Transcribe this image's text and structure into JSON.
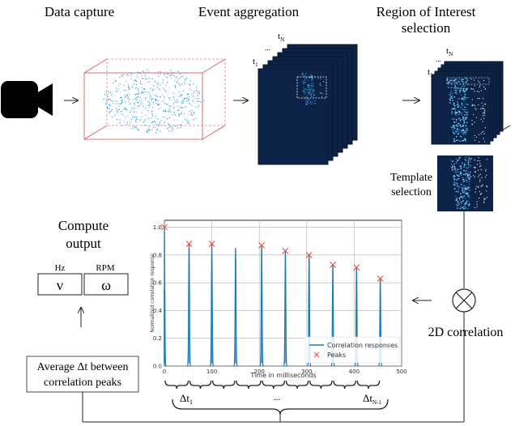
{
  "stages": {
    "data_capture": "Data capture",
    "event_aggregation": "Event aggregation",
    "roi_line1": "Region of Interest",
    "roi_line2": "selection",
    "template_line1": "Template",
    "template_line2": "selection",
    "correlation_2d": "2D correlation",
    "compute_line1": "Compute",
    "compute_line2": "output",
    "avg_line1": "Average Δt between",
    "avg_line2": "correlation peaks"
  },
  "frame_labels": {
    "t1": "t",
    "t1_sub": "1",
    "tN": "t",
    "tN_sub": "N"
  },
  "outputs": {
    "hz_label": "Hz",
    "hz_symbol": "ν",
    "rpm_label": "RPM",
    "rpm_symbol": "ω"
  },
  "deltas": {
    "first": "Δt",
    "first_sub": "1",
    "dots": "...",
    "last": "Δt",
    "last_sub": "N-1"
  },
  "icons": [
    "video-camera-icon",
    "right-arrow-icon",
    "up-arrow-icon",
    "left-arrow-icon",
    "correlation-operator-icon"
  ],
  "colors": {
    "frame_bg": "#0c2347",
    "events": "#3aa0d8",
    "series_line": "#1f77b4",
    "peak_marker": "#e8472a",
    "bbox_red": "#d84a4a"
  },
  "chart_data": {
    "type": "line",
    "xlabel": "Time in milliseconds",
    "ylabel": "Normalized correlation response",
    "x_ticks": [
      0,
      100,
      200,
      300,
      400,
      500
    ],
    "y_ticks": [
      0.0,
      0.2,
      0.4,
      0.6,
      0.8,
      1.0
    ],
    "xlim": [
      0,
      500
    ],
    "ylim": [
      0,
      1.05
    ],
    "grid": true,
    "legend_position": "bottom-right",
    "series": [
      {
        "name": "Correlation responses",
        "style": "line",
        "peak_times": [
          0,
          52,
          100,
          150,
          205,
          255,
          305,
          355,
          405,
          455
        ],
        "peak_values": [
          1.0,
          0.88,
          0.88,
          0.85,
          0.87,
          0.83,
          0.8,
          0.73,
          0.71,
          0.63
        ]
      },
      {
        "name": "Peaks",
        "style": "x-marker",
        "x": [
          0,
          52,
          100,
          205,
          255,
          305,
          355,
          405,
          455
        ],
        "y": [
          1.0,
          0.88,
          0.88,
          0.87,
          0.83,
          0.8,
          0.73,
          0.71,
          0.63
        ]
      }
    ]
  }
}
